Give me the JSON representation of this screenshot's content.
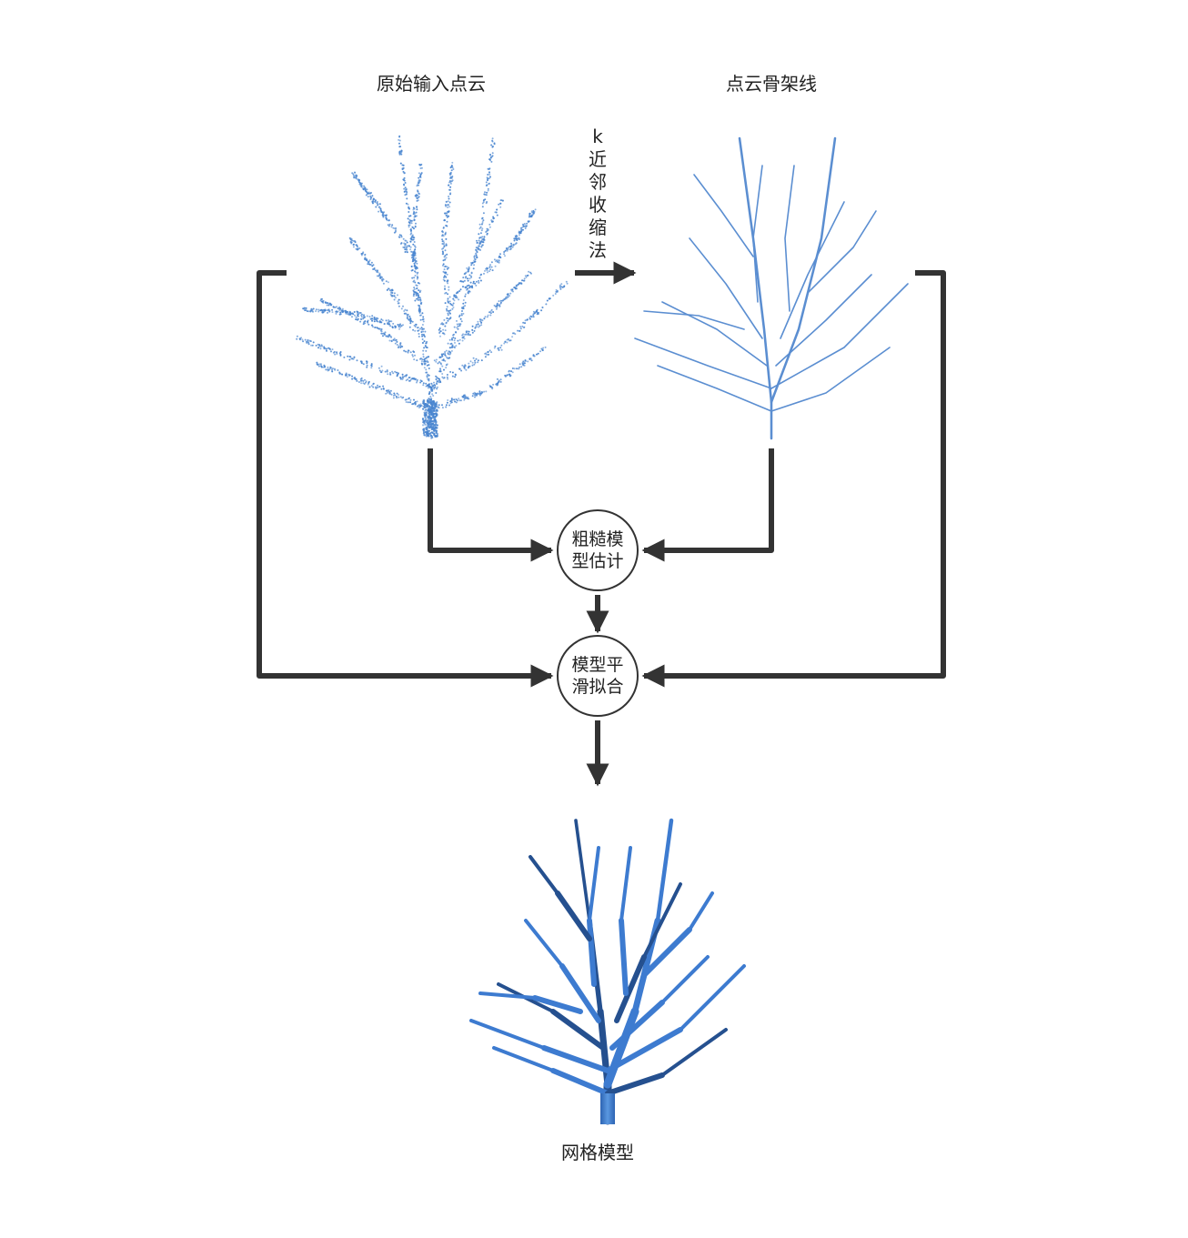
{
  "diagram": {
    "labels": {
      "input_cloud": "原始输入点云",
      "skeleton": "点云骨架线",
      "mesh": "网格模型"
    },
    "method_label": [
      "k",
      "近",
      "邻",
      "收",
      "缩",
      "法"
    ],
    "nodes": {
      "rough": "粗糙模型估计",
      "smooth": "模型平滑拟合"
    },
    "colors": {
      "arrow": "#333333",
      "points": "#4a86d0",
      "skeleton": "#5b8ed1",
      "mesh": "#3d7bd0",
      "mesh_dark": "#25508f"
    }
  }
}
